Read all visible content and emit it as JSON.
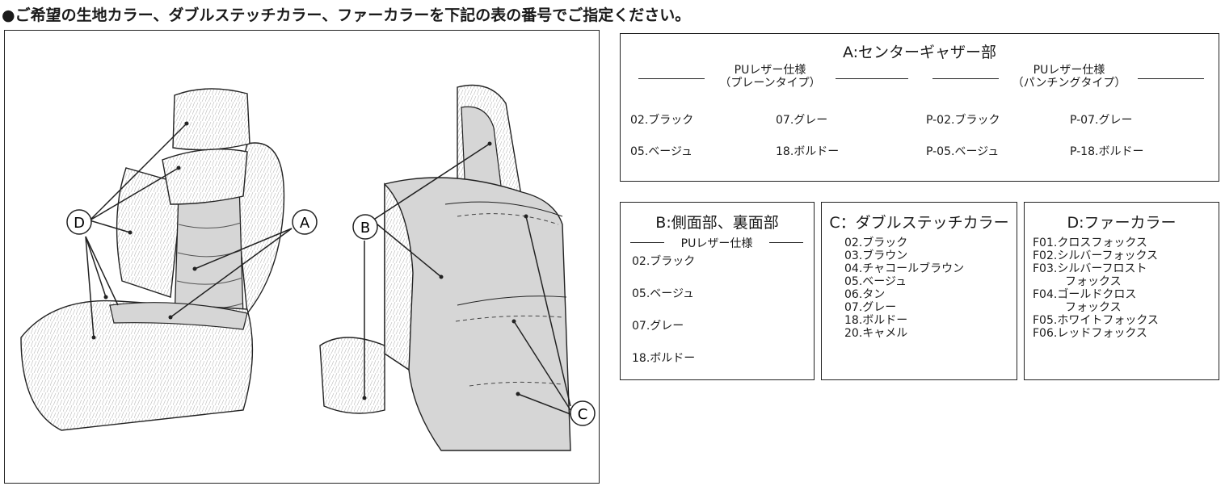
{
  "heading": "●ご希望の生地カラー、ダブルステッチカラー、ファーカラーを下記の表の番号でご指定ください。",
  "illustration": {
    "labels": [
      "D",
      "A",
      "B",
      "C"
    ]
  },
  "boxA": {
    "title": "A:センターギャザー部",
    "plain": {
      "line1": "PUレザー仕様",
      "line2": "（プレーンタイプ）"
    },
    "punching": {
      "line1": "PUレザー仕様",
      "line2": "（パンチングタイプ）"
    },
    "items": [
      "02.ブラック",
      "07.グレー",
      "P-02.ブラック",
      "P-07.グレー",
      "05.ベージュ",
      "18.ボルドー",
      "P-05.ベージュ",
      "P-18.ボルドー"
    ]
  },
  "boxB": {
    "title": "B:側面部、裏面部",
    "sub": "PUレザー仕様",
    "items": [
      "02.ブラック",
      "05.ベージュ",
      "07.グレー",
      "18.ボルドー"
    ]
  },
  "boxC": {
    "title": "C：ダブルステッチカラー",
    "items": [
      "02.ブラック",
      "03.ブラウン",
      "04.チャコールブラウン",
      "05.ベージュ",
      "06.タン",
      "07.グレー",
      "18.ボルドー",
      "20.キャメル"
    ]
  },
  "boxD": {
    "title": "D:ファーカラー",
    "items": [
      "F01.クロスフォックス",
      "F02.シルバーフォックス",
      "F03.シルバーフロスト",
      "フォックス",
      "F04.ゴールドクロス",
      "フォックス",
      "F05.ホワイトフォックス",
      "F06.レッドフォックス"
    ]
  }
}
